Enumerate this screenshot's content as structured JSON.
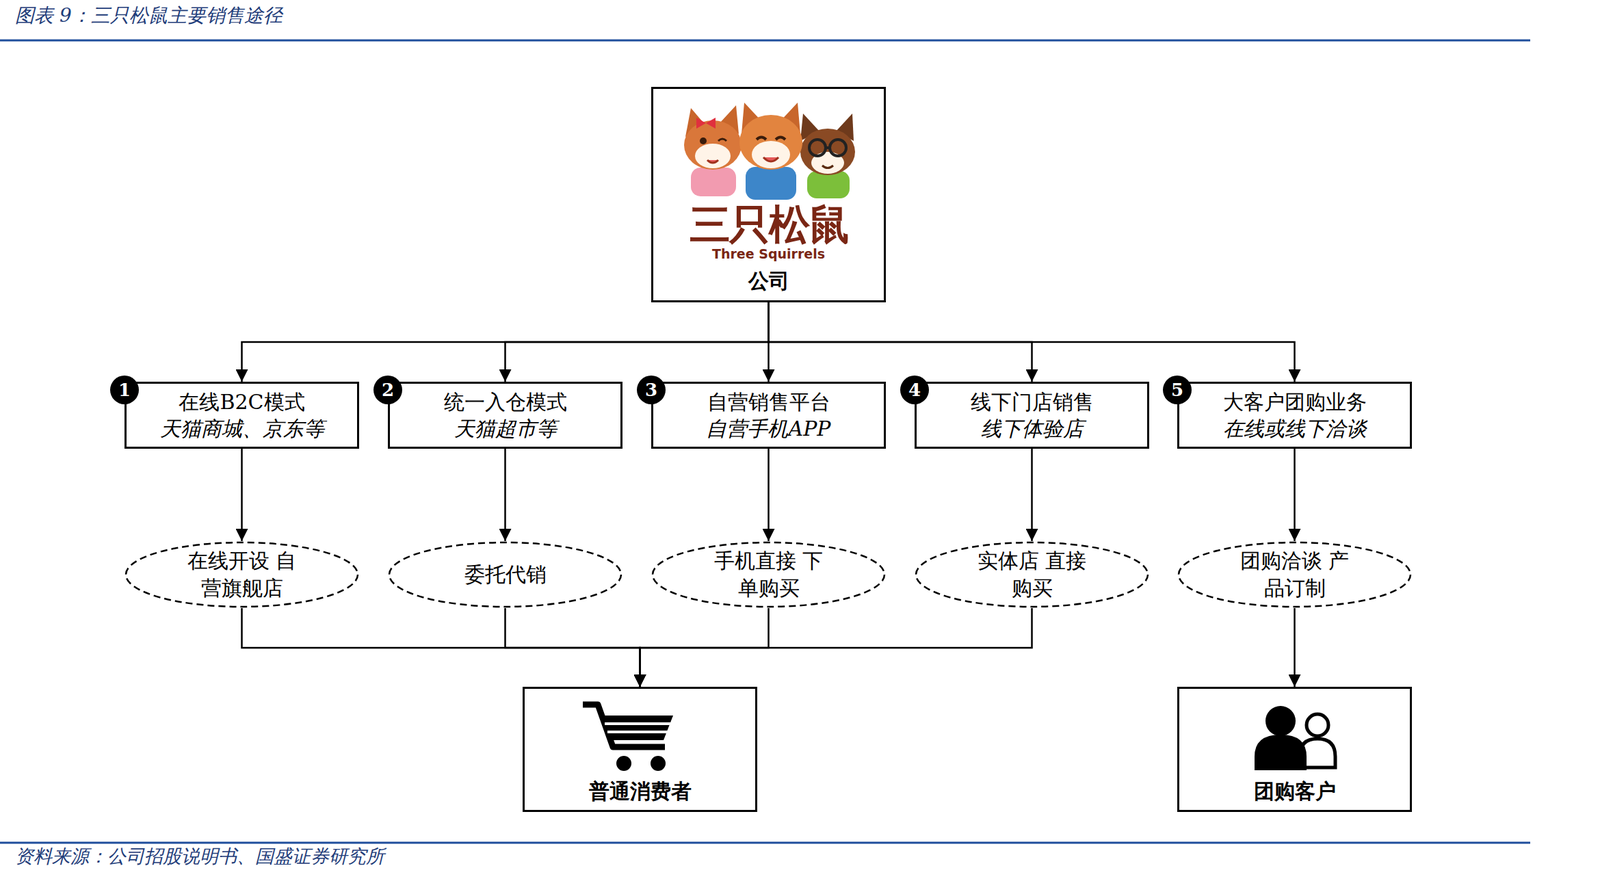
{
  "diagram": {
    "title": "图表 9：三只松鼠主要销售途径",
    "nodes": [
      {
        "text": [
          "三只松鼠",
          "Three Squirrels",
          "公司"
        ]
      },
      {
        "text": [
          "在线B2C模式",
          "天猫商城、京东等"
        ]
      },
      {
        "text": [
          "统一入仓模式",
          "天猫超市等"
        ]
      },
      {
        "text": [
          "自营销售平台",
          "自营手机APP"
        ]
      },
      {
        "text": [
          "线下门店销售",
          "线下体验店"
        ]
      },
      {
        "text": [
          "大客户团购业务",
          "在线或线下洽谈"
        ]
      },
      {
        "text": [
          "在线开设 自营旗舰店"
        ]
      },
      {
        "text": [
          "委托代销"
        ]
      },
      {
        "text": [
          "手机直接 下单购买"
        ]
      },
      {
        "text": [
          "实体店 直接购买"
        ]
      },
      {
        "text": [
          "团购洽谈 产品订制"
        ]
      },
      {
        "text": [
          "普通消费者"
        ]
      },
      {
        "text": [
          "团购客户"
        ]
      }
    ],
    "edges": [
      {
        "from": 0,
        "to": 1,
        "arrow": "to"
      },
      {
        "from": 0,
        "to": 2,
        "arrow": "to"
      },
      {
        "from": 0,
        "to": 3,
        "arrow": "to"
      },
      {
        "from": 0,
        "to": 4,
        "arrow": "to"
      },
      {
        "from": 0,
        "to": 5,
        "arrow": "to"
      },
      {
        "from": 1,
        "to": 6,
        "arrow": "to"
      },
      {
        "from": 2,
        "to": 7,
        "arrow": "to"
      },
      {
        "from": 3,
        "to": 8,
        "arrow": "to"
      },
      {
        "from": 4,
        "to": 9,
        "arrow": "to"
      },
      {
        "from": 5,
        "to": 10,
        "arrow": "to"
      },
      {
        "from": 6,
        "to": 11,
        "arrow": "to"
      },
      {
        "from": 7,
        "to": 11,
        "arrow": "to"
      },
      {
        "from": 8,
        "to": 11,
        "arrow": "to"
      },
      {
        "from": 9,
        "to": 11,
        "arrow": "to"
      },
      {
        "from": 10,
        "to": 12,
        "arrow": "to"
      }
    ],
    "labels": [
      "1",
      "2",
      "3",
      "4",
      "5",
      "资料来源：公司招股说明书、国盛证券研究所"
    ]
  }
}
